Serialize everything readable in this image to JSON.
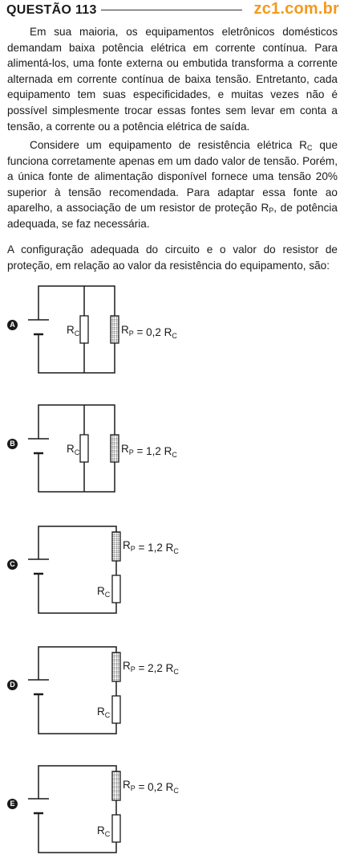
{
  "header": {
    "question": "QUESTÃO 113",
    "brand": "zc1.com.br"
  },
  "statement": {
    "p1": "Em sua maioria, os equipamentos eletrônicos domésticos demandam baixa potência elétrica em corrente contínua. Para alimentá-los, uma fonte externa ou embutida transforma a corrente alternada em corrente contínua de baixa tensão. Entretanto, cada equipamento tem suas especificidades, e muitas vezes não é possível simplesmente trocar essas fontes sem levar em conta a tensão, a corrente ou a potência elétrica de saída.",
    "p2_a": "Considere um equipamento de resistência elétrica R",
    "p2_a_sub": "C",
    "p2_b": " que funciona corretamente apenas em um dado valor de tensão. Porém, a única fonte de alimentação disponível fornece uma tensão 20% superior à tensão recomendada. Para adaptar essa fonte ao aparelho, a associação de um resistor de proteção R",
    "p2_b_sub": "P",
    "p2_c": ", de potência adequada, se faz necessária.",
    "p3": "A configuração adequada do circuito e o valor do resistor de proteção, em relação ao valor da resistência do equipamento, são:"
  },
  "options": [
    {
      "letter": "A",
      "layout": "parallel",
      "rc_label": "R",
      "rc_sub": "C",
      "rp_label": "R",
      "rp_sub": "P",
      "rp_value": " = 0,2 R",
      "rp_value_sub": "C"
    },
    {
      "letter": "B",
      "layout": "parallel",
      "rc_label": "R",
      "rc_sub": "C",
      "rp_label": "R",
      "rp_sub": "P",
      "rp_value": " = 1,2 R",
      "rp_value_sub": "C"
    },
    {
      "letter": "C",
      "layout": "series",
      "rc_label": "R",
      "rc_sub": "C",
      "rp_label": "R",
      "rp_sub": "P",
      "rp_value": " = 1,2 R",
      "rp_value_sub": "C"
    },
    {
      "letter": "D",
      "layout": "series",
      "rc_label": "R",
      "rc_sub": "C",
      "rp_label": "R",
      "rp_sub": "P",
      "rp_value": " = 2,2 R",
      "rp_value_sub": "C"
    },
    {
      "letter": "E",
      "layout": "series",
      "rc_label": "R",
      "rc_sub": "C",
      "rp_label": "R",
      "rp_sub": "P",
      "rp_value": " = 0,2 R",
      "rp_value_sub": "C"
    }
  ],
  "colors": {
    "brand": "#f39a1e",
    "text": "#1a1a1a",
    "hatch": "#555555"
  }
}
